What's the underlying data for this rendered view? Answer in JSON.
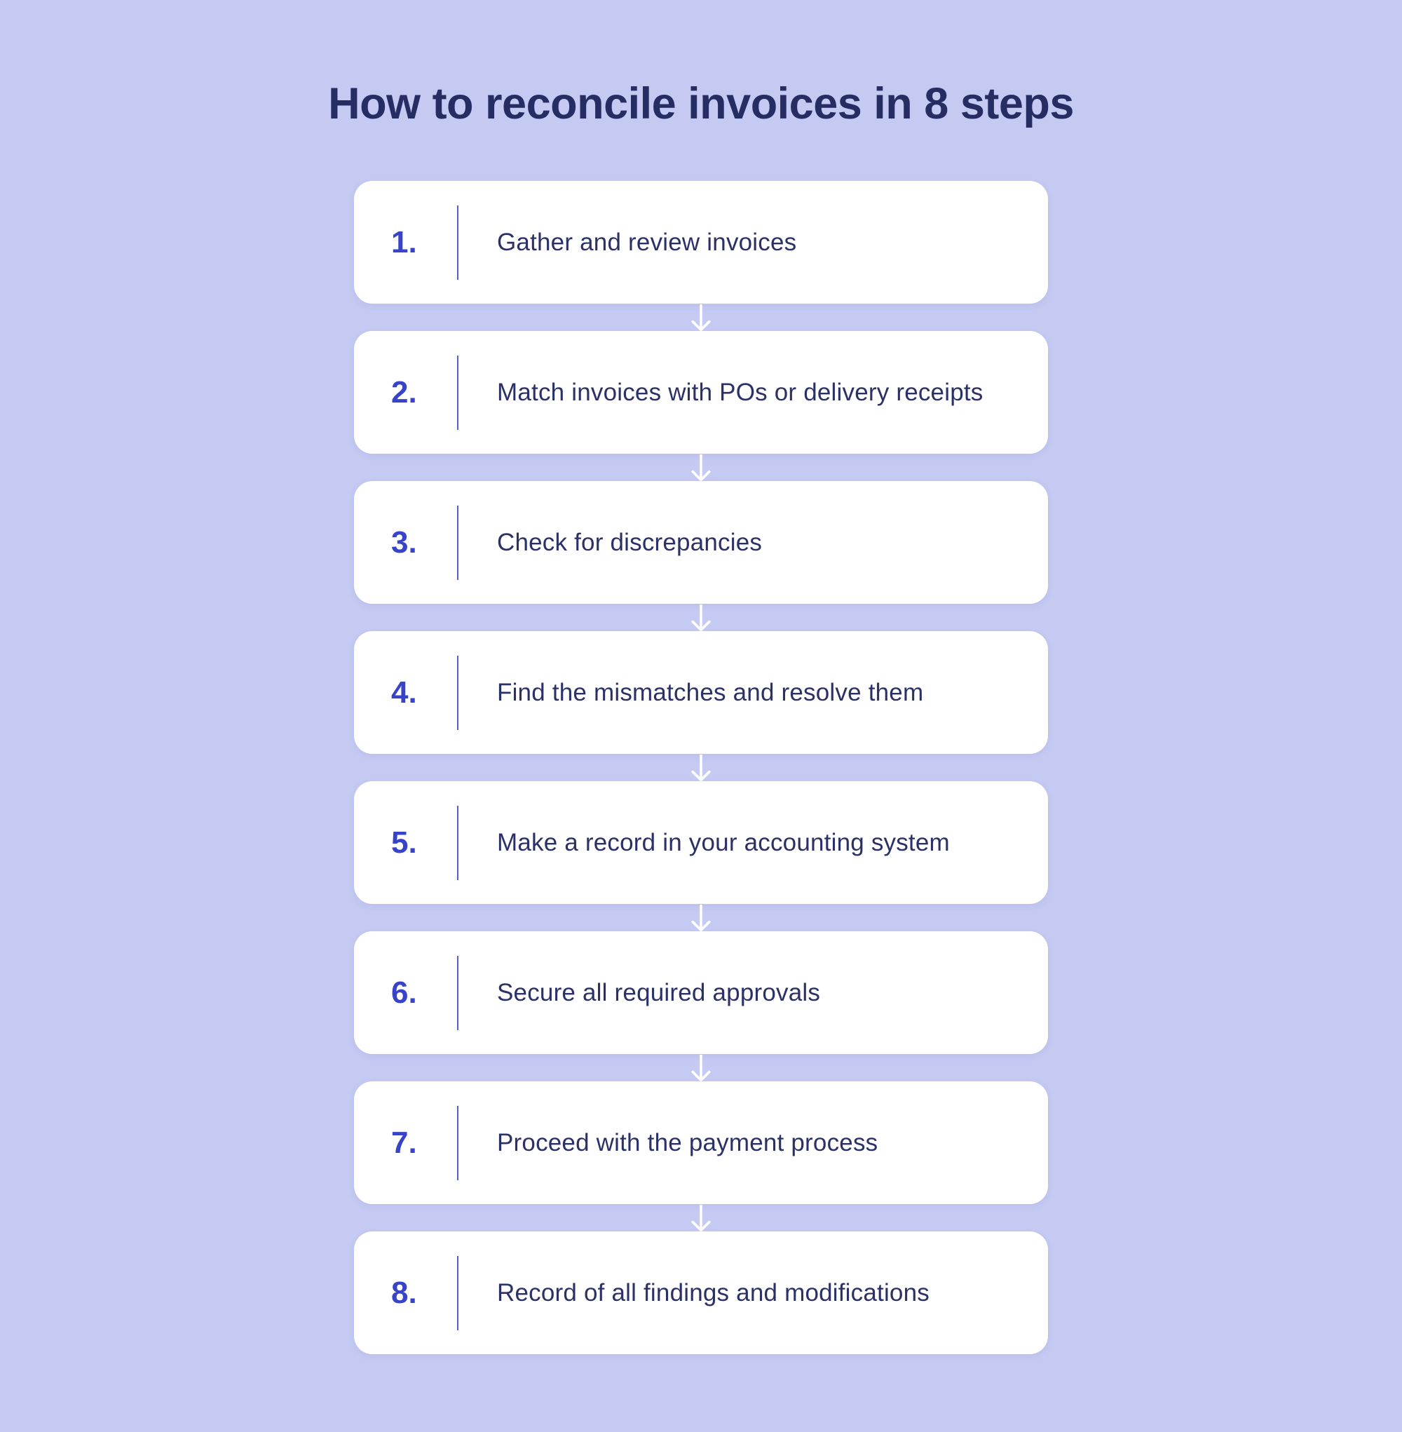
{
  "title": "How to reconcile invoices in 8 steps",
  "steps": [
    {
      "number": "1.",
      "label": "Gather and review invoices"
    },
    {
      "number": "2.",
      "label": "Match invoices with POs or delivery receipts"
    },
    {
      "number": "3.",
      "label": "Check for discrepancies"
    },
    {
      "number": "4.",
      "label": "Find the mismatches and resolve them"
    },
    {
      "number": "5.",
      "label": "Make a record in your accounting system"
    },
    {
      "number": "6.",
      "label": "Secure all required approvals"
    },
    {
      "number": "7.",
      "label": "Proceed with the payment process"
    },
    {
      "number": "8.",
      "label": "Record of all findings and modifications"
    }
  ],
  "icons": {
    "between_steps": "arrow-down-icon"
  },
  "colors": {
    "background": "#c5caf2",
    "card": "#ffffff",
    "step_number": "#3743c8",
    "divider": "#5560c6",
    "step_text": "#2b3166",
    "title_text": "#262d63",
    "arrow": "#ffffff"
  }
}
